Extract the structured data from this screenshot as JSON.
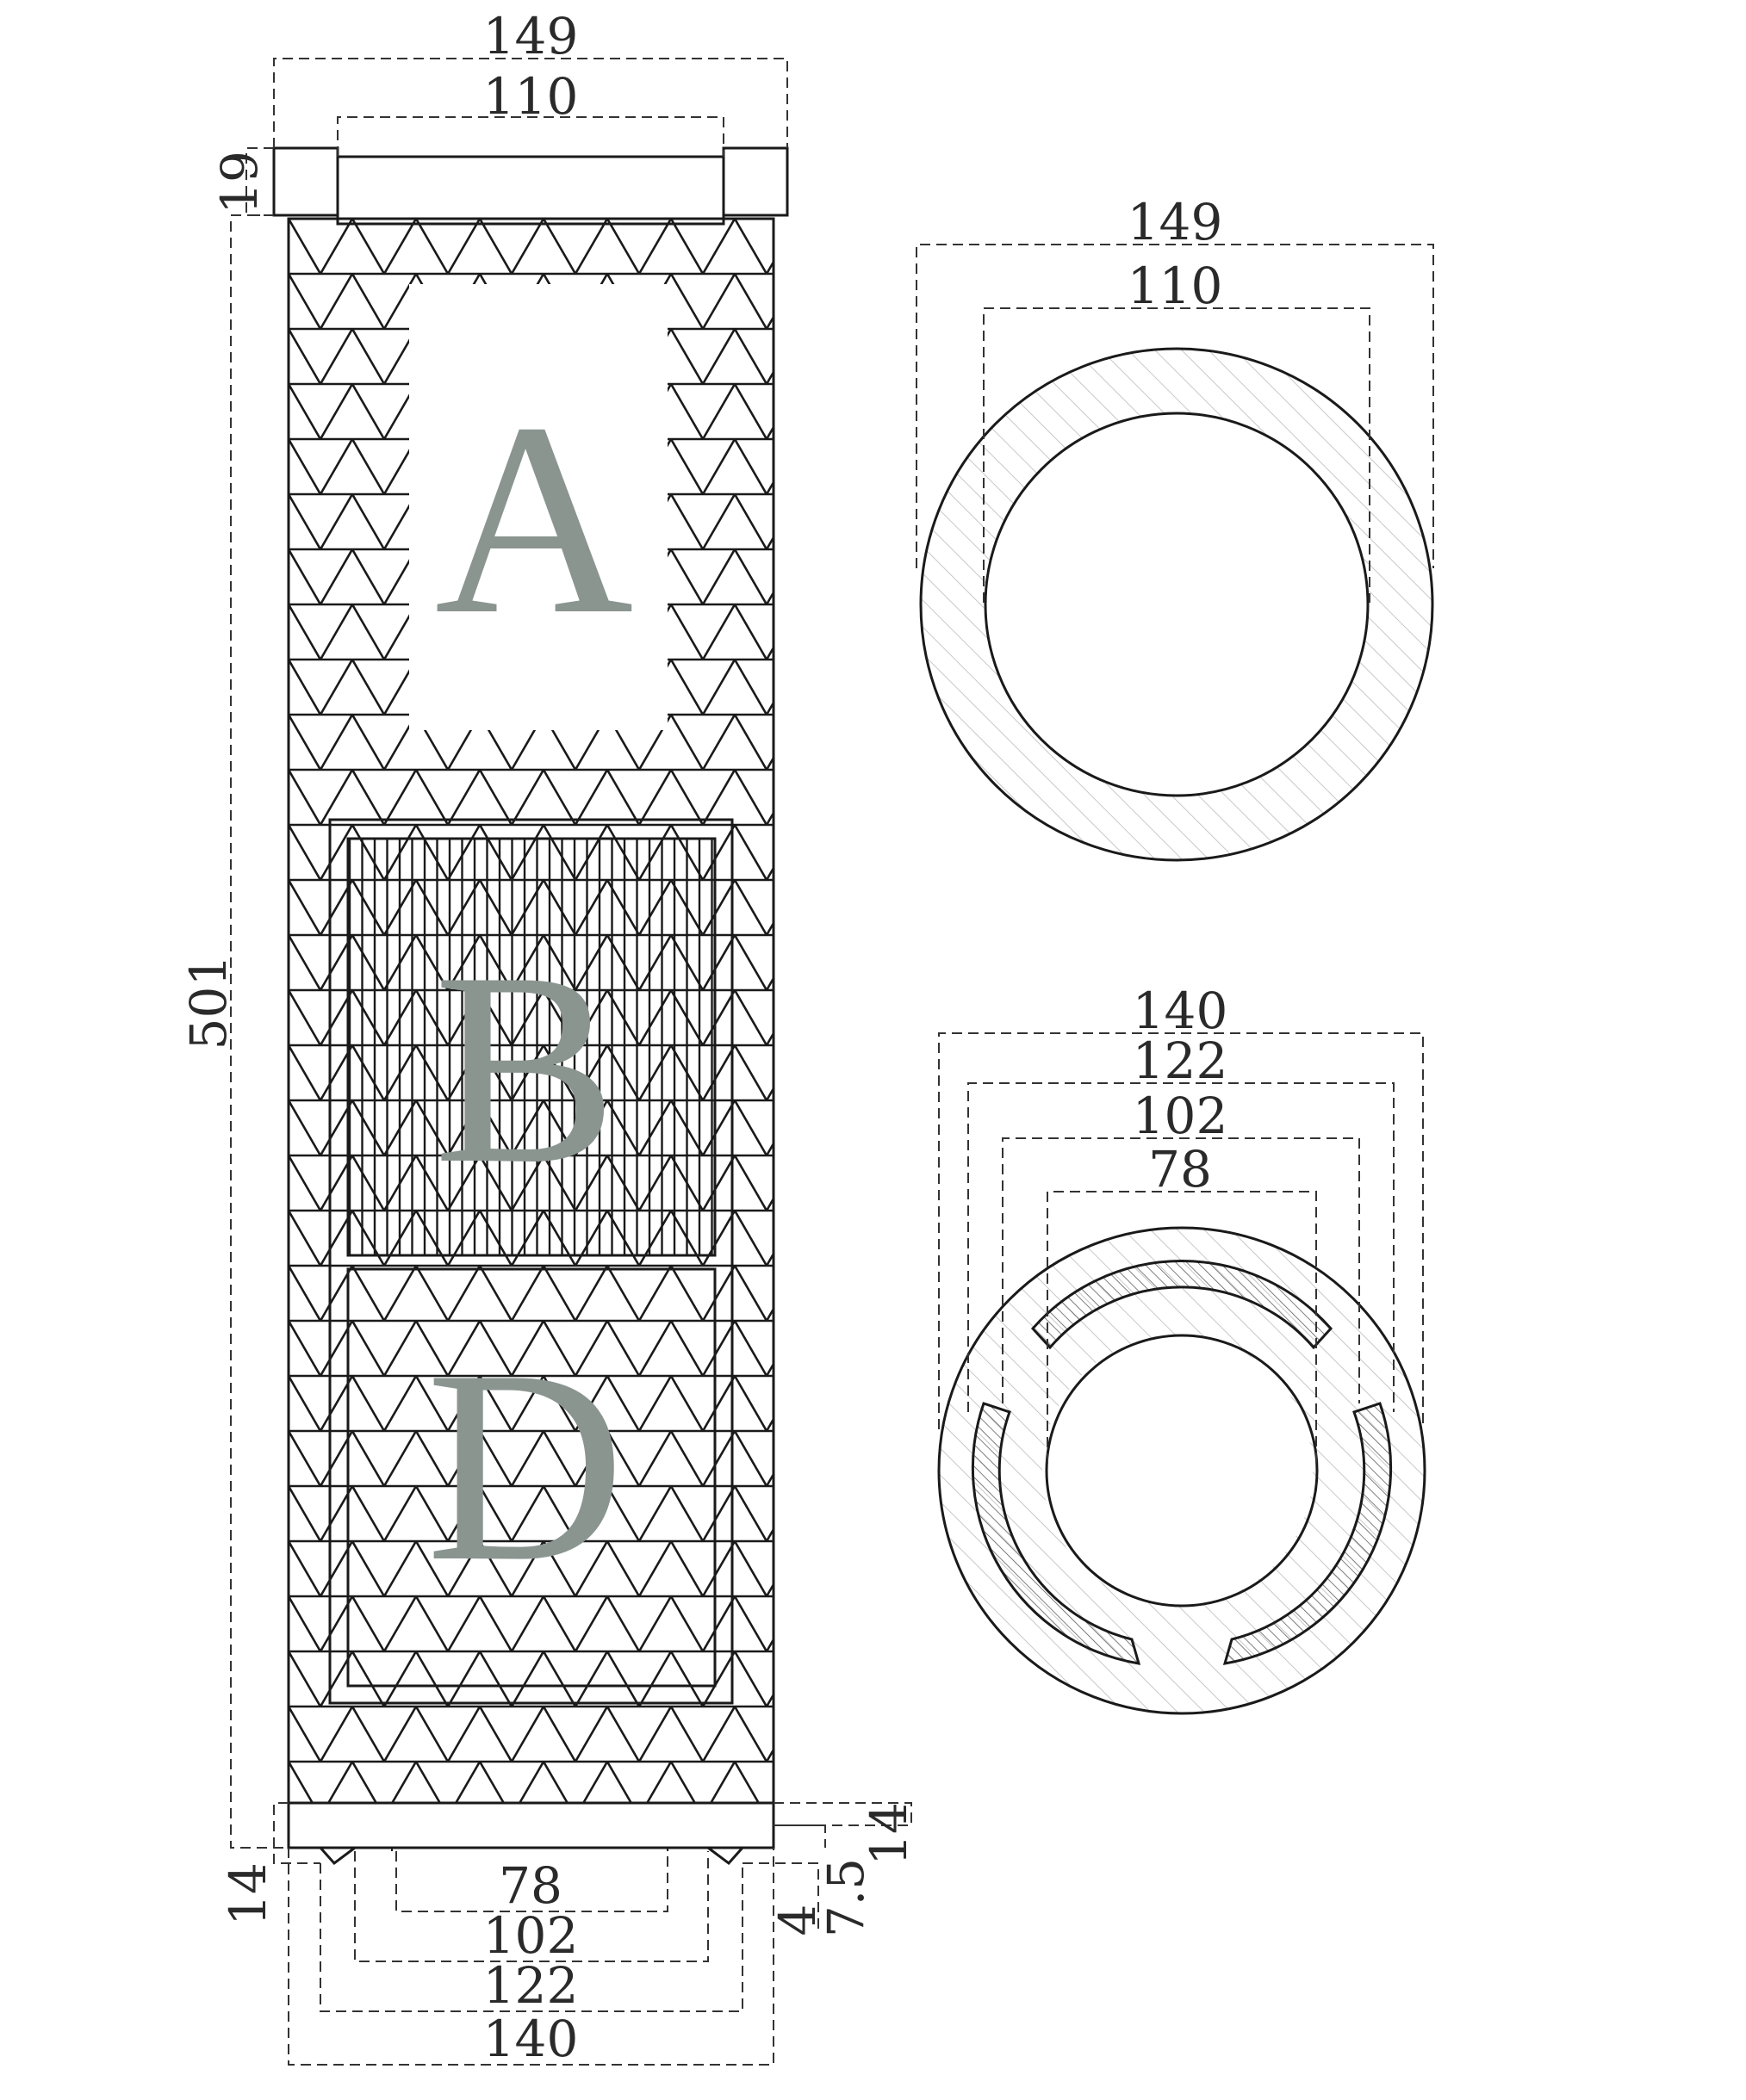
{
  "colors": {
    "line": "#1a1a1a",
    "letter": "#8a9590",
    "hatch": "#c8c8c8",
    "background": "#ffffff"
  },
  "front_view": {
    "sections": [
      {
        "id": "A",
        "label": "A"
      },
      {
        "id": "B",
        "label": "B"
      },
      {
        "id": "D",
        "label": "D"
      }
    ],
    "dims": {
      "top_outer_width": "149",
      "top_inner_width": "110",
      "cap_height": "19",
      "total_height": "501",
      "bottom_left_height": "14",
      "bottom_right_height": "14",
      "small_right_a": "4",
      "small_right_b": "7.5",
      "bottom_w_78": "78",
      "bottom_w_102": "102",
      "bottom_w_122": "122",
      "bottom_w_140": "140"
    }
  },
  "top_view": {
    "dims": {
      "outer": "149",
      "inner": "110"
    }
  },
  "bottom_view": {
    "dims": {
      "d140": "140",
      "d122": "122",
      "d102": "102",
      "d78": "78"
    }
  }
}
